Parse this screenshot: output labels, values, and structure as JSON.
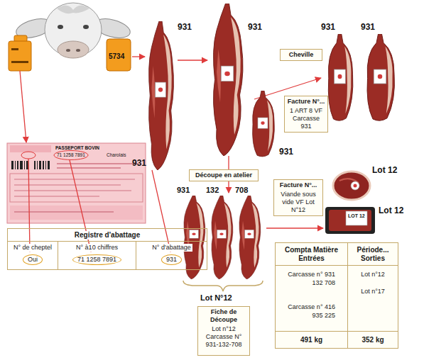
{
  "diagram": {
    "nodes": [
      {
        "text": [
          "Registre d'abattage"
        ]
      },
      {
        "text": [
          "N° de cheptel",
          "Oui"
        ],
        "in": 0
      },
      {
        "text": [
          "N° à10 chiffres",
          "71 1258 7891"
        ],
        "in": 0
      },
      {
        "text": [
          "N° d'abattage",
          "931"
        ],
        "in": 0
      },
      {
        "text": [
          "Cheville"
        ]
      },
      {
        "text": [
          "Facture N°...",
          "1 ART 8 VF Carcasse 931"
        ]
      },
      {
        "text": [
          "Découpe en atelier"
        ]
      },
      {
        "text": [
          "Facture N°...",
          "Viande sous vide VF Lot N°12"
        ]
      },
      {
        "text": [
          "Fiche de Découpe",
          "Lot n°12 Carcasse N° 931-132-708"
        ]
      },
      {
        "text": [
          "Compta Matière Entrées",
          "Carcasse n° 931 132 708",
          "Carcasse n° 416 935 225",
          "491 kg"
        ]
      },
      {
        "text": [
          "Période... Sorties",
          "Lot n°12",
          "Lot n°17",
          "352 kg"
        ]
      }
    ],
    "labels": [
      "5734",
      "PASSEPORT BOVIN",
      "71 1258 7891",
      "Charolais",
      "931",
      "931",
      "931",
      "931",
      "931",
      "931",
      "931",
      "132",
      "708",
      "Lot N°12",
      "Lot 12",
      "LOT 12",
      "Lot 12"
    ]
  }
}
